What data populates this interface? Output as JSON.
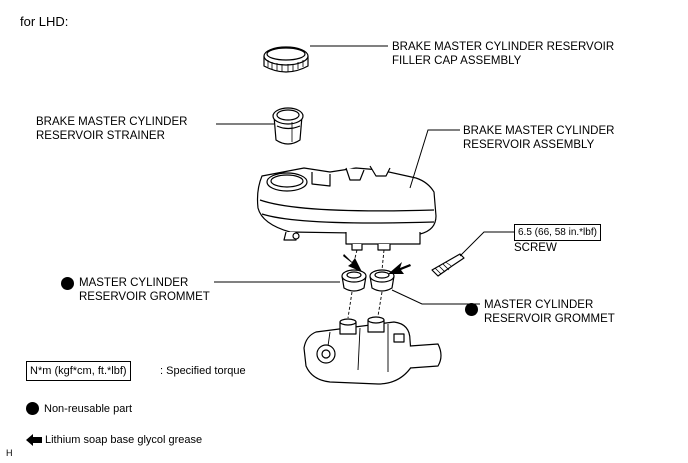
{
  "header": "for LHD:",
  "labels": {
    "filler_cap": "BRAKE MASTER CYLINDER RESERVOIR\nFILLER CAP ASSEMBLY",
    "strainer": "BRAKE MASTER CYLINDER\nRESERVOIR STRAINER",
    "reservoir": "BRAKE MASTER CYLINDER\nRESERVOIR ASSEMBLY",
    "grommet_left": "MASTER CYLINDER\nRESERVOIR GROMMET",
    "grommet_right": "MASTER CYLINDER\nRESERVOIR GROMMET",
    "screw": "SCREW"
  },
  "torque_value": "6.5 (66, 58 in.*lbf)",
  "legend": {
    "torque_unit": "N*m (kgf*cm, ft.*lbf)",
    "torque_desc": ": Specified torque",
    "non_reusable": "Non-reusable part",
    "grease": "Lithium soap base glycol grease"
  },
  "corner_mark": "H"
}
